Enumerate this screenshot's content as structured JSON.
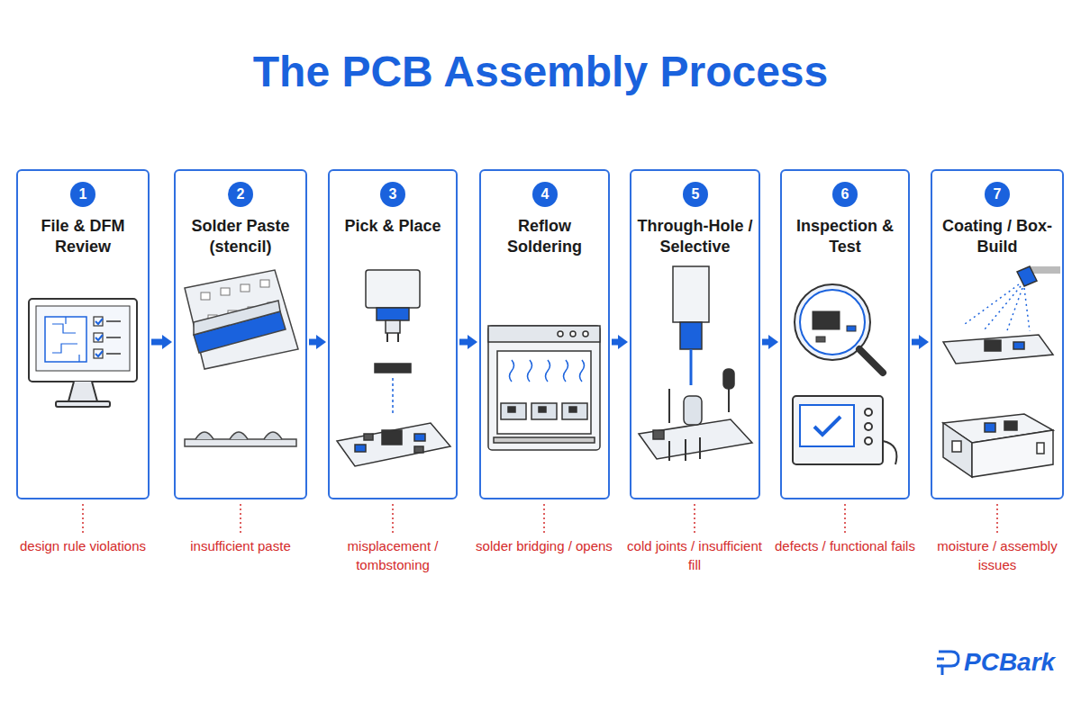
{
  "diagram": {
    "title": "The PCB Assembly Process",
    "nodes": [
      {
        "text": [
          "File & DFM Review"
        ]
      },
      {
        "text": [
          "1"
        ],
        "in": 0
      },
      {
        "text": [
          "Solder Paste (stencil)"
        ]
      },
      {
        "text": [
          "2"
        ],
        "in": 2
      },
      {
        "text": [
          "Pick & Place"
        ]
      },
      {
        "text": [
          "3"
        ],
        "in": 4
      },
      {
        "text": [
          "Reflow Soldering"
        ]
      },
      {
        "text": [
          "4"
        ],
        "in": 6
      },
      {
        "text": [
          "Through-Hole / Selective"
        ]
      },
      {
        "text": [
          "5"
        ],
        "in": 8
      },
      {
        "text": [
          "Inspection & Test"
        ]
      },
      {
        "text": [
          "6"
        ],
        "in": 10
      },
      {
        "text": [
          "Coating / Box-Build"
        ]
      },
      {
        "text": [
          "7"
        ],
        "in": 12
      }
    ],
    "edges": [
      {
        "from": 0,
        "to": 2,
        "arrow": "to"
      },
      {
        "from": 2,
        "to": 4,
        "arrow": "to"
      },
      {
        "from": 4,
        "to": 6,
        "arrow": "to"
      },
      {
        "from": 6,
        "to": 8,
        "arrow": "to"
      },
      {
        "from": 8,
        "to": 10,
        "arrow": "to"
      },
      {
        "from": 10,
        "to": 12,
        "arrow": "to"
      }
    ],
    "labels": [
      "design rule violations",
      "insufficient paste",
      "misplacement / tombstoning",
      "solder bridging / opens",
      "cold joints / insufficient fill",
      "defects / functional fails",
      "moisture / assembly issues",
      "PCBark"
    ]
  }
}
